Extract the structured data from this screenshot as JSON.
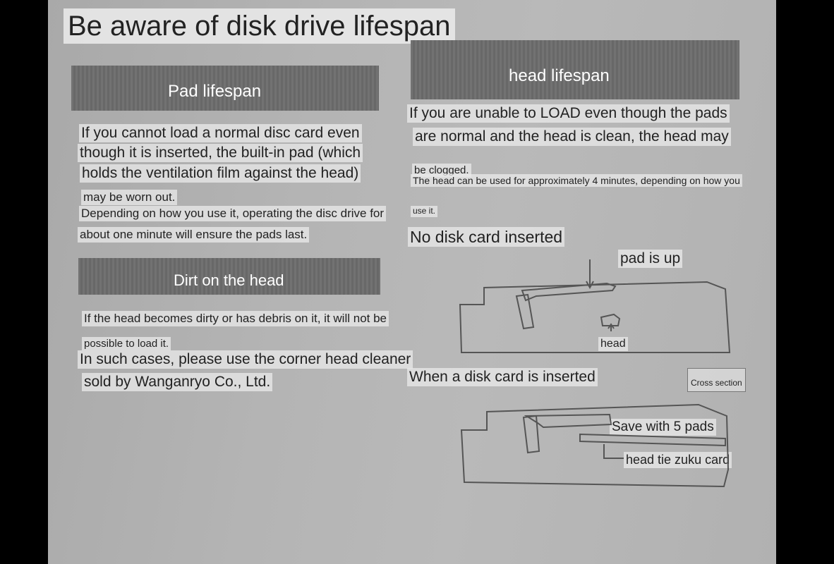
{
  "title": "Be aware of disk drive lifespan",
  "pad_section": {
    "heading": "Pad lifespan",
    "lines": [
      "If you cannot load a normal disc card even",
      "though it is inserted, the built-in pad (which",
      "holds the ventilation film against the head)",
      "may be worn out.",
      "Depending on how you use it, operating the disc drive for",
      "about one minute will ensure the pads last."
    ]
  },
  "dirt_section": {
    "heading": "Dirt on the head",
    "lines": [
      "If the head becomes dirty or has debris on it, it will not be",
      "possible to load it.",
      "In such cases, please use the corner head cleaner",
      "sold by Wanganryo Co., Ltd."
    ]
  },
  "head_section": {
    "heading": "head lifespan",
    "lines": [
      "If you are unable to LOAD even though the pads",
      "are normal and the head is clean, the head may",
      "be clogged.",
      "The head can be used for approximately 4 minutes, depending on how you",
      "use it."
    ]
  },
  "diagram": {
    "no_card_heading": "No disk card inserted",
    "pad_is_up": "pad is up",
    "head": "head",
    "inserted_heading": "When a disk card is inserted",
    "cross_section": "Cross section",
    "save_pads": "Save with 5 pads",
    "head_tie": "head tie zuku card"
  },
  "colors": {
    "paper": "#b4b4b4",
    "heading_bar": "#6c6c6c",
    "label_bg": "#e8e8e8",
    "text": "#222222"
  }
}
